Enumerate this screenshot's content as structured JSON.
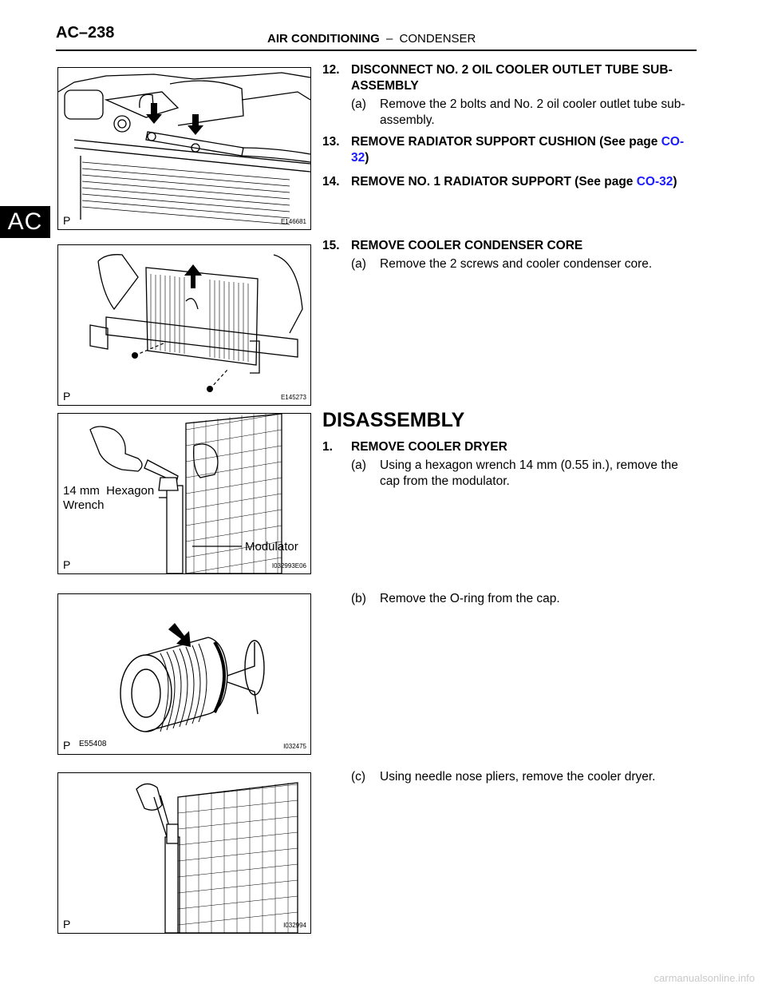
{
  "header": {
    "page_number": "AC–238",
    "section": "AIR CONDITIONING",
    "separator": "–",
    "subsection": "CONDENSER"
  },
  "side_tab": "AC",
  "figures": [
    {
      "code": "E146681",
      "mark": "P"
    },
    {
      "code": "E145273",
      "mark": "P"
    },
    {
      "code": "I032993E06",
      "mark": "P",
      "callouts": {
        "wrench": "14 mm  Hexagon\nWrench",
        "modulator": "Modulator"
      }
    },
    {
      "code": "I032475",
      "code2": "E55408",
      "mark": "P"
    },
    {
      "code": "I032994",
      "mark": "P"
    }
  ],
  "steps": {
    "s12": {
      "num": "12.",
      "text": "DISCONNECT NO. 2 OIL COOLER OUTLET TUBE SUB-ASSEMBLY",
      "sub_a_label": "(a)",
      "sub_a": "Remove the 2 bolts and No. 2 oil cooler outlet tube sub-assembly."
    },
    "s13": {
      "num": "13.",
      "text_pre": "REMOVE RADIATOR SUPPORT CUSHION (See page ",
      "link": "CO-32",
      "text_post": ")"
    },
    "s14": {
      "num": "14.",
      "text_pre": "REMOVE NO. 1 RADIATOR SUPPORT (See page ",
      "link": "CO-32",
      "text_post": ")"
    },
    "s15": {
      "num": "15.",
      "text": "REMOVE COOLER CONDENSER CORE",
      "sub_a_label": "(a)",
      "sub_a": "Remove the 2 screws and cooler condenser core."
    }
  },
  "disassembly": {
    "heading": "DISASSEMBLY",
    "step1": {
      "num": "1.",
      "text": "REMOVE COOLER DRYER"
    },
    "a": {
      "label": "(a)",
      "text": "Using a hexagon wrench 14 mm (0.55 in.), remove the cap from the modulator."
    },
    "b": {
      "label": "(b)",
      "text": "Remove the O-ring from the cap."
    },
    "c": {
      "label": "(c)",
      "text": "Using needle nose pliers, remove the cooler dryer."
    }
  },
  "footer": "carmanualsonline.info"
}
